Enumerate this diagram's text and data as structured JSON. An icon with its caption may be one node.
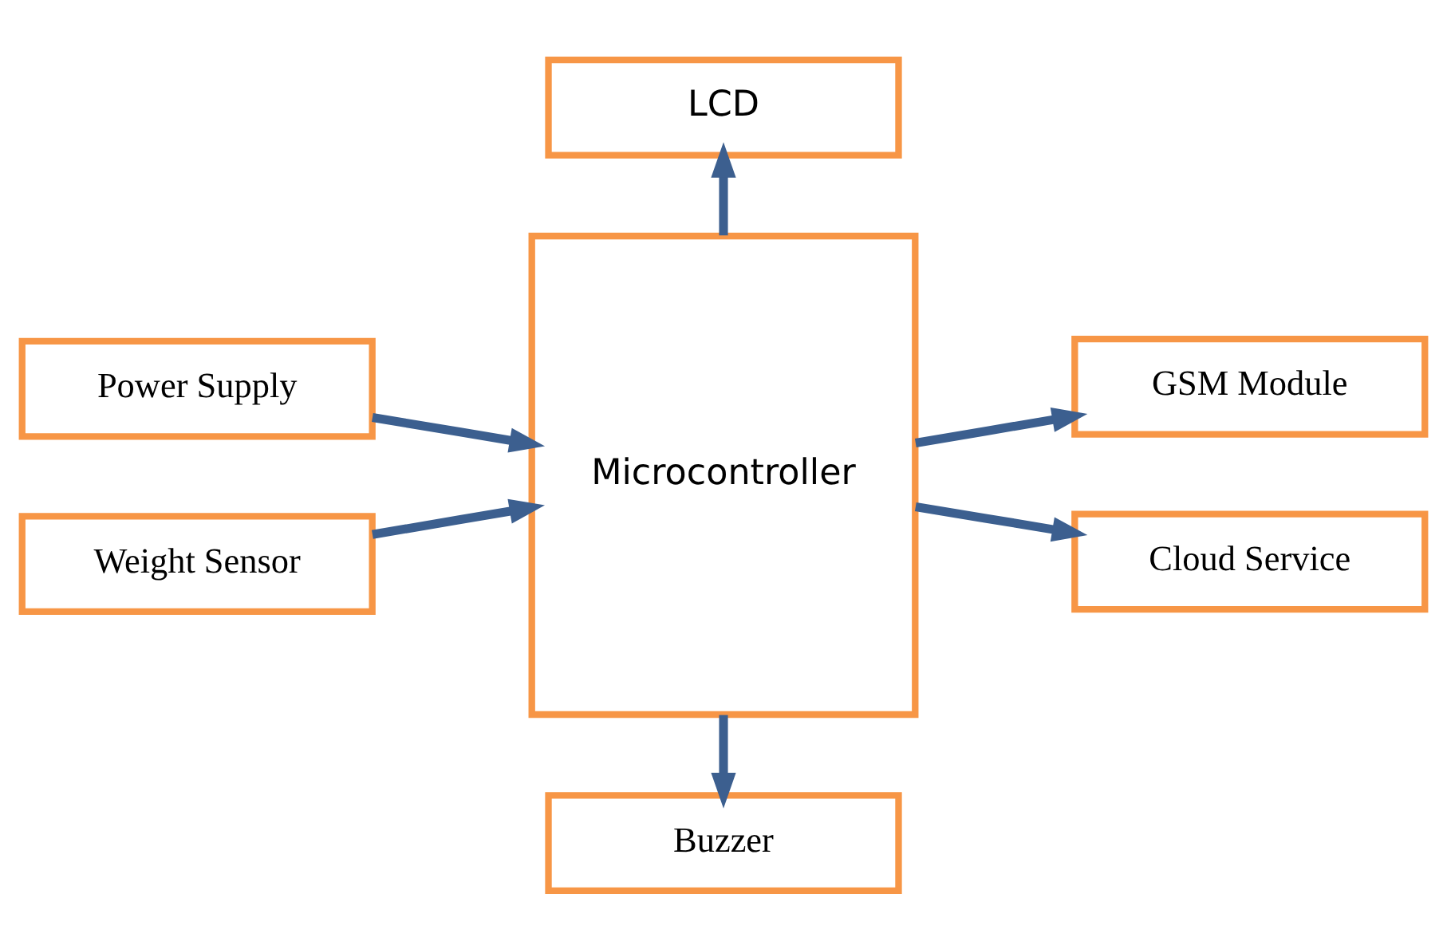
{
  "diagram": {
    "nodes": [
      {
        "text": [
          "LCD"
        ]
      },
      {
        "text": [
          "Power Supply"
        ]
      },
      {
        "text": [
          "Microcontroller"
        ]
      },
      {
        "text": [
          "GSM Module"
        ]
      },
      {
        "text": [
          "Weight Sensor"
        ]
      },
      {
        "text": [
          "Cloud Service"
        ]
      },
      {
        "text": [
          "Buzzer"
        ]
      }
    ],
    "edges": [
      {
        "from": 2,
        "to": 0,
        "arrow": "to"
      },
      {
        "from": 1,
        "to": 2,
        "arrow": "to"
      },
      {
        "from": 4,
        "to": 2,
        "arrow": "to"
      },
      {
        "from": 2,
        "to": 3,
        "arrow": "to"
      },
      {
        "from": 2,
        "to": 5,
        "arrow": "to"
      },
      {
        "from": 2,
        "to": 6,
        "arrow": "to"
      }
    ]
  }
}
